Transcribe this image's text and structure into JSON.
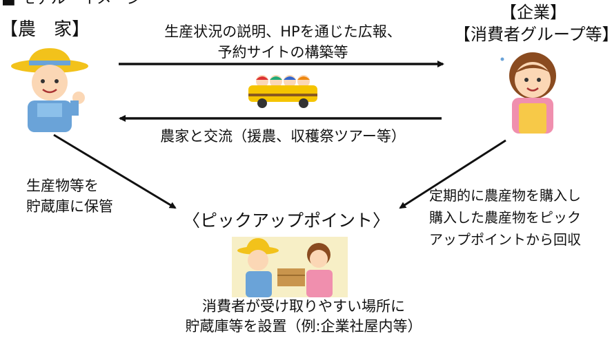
{
  "page_title_partial": "■ モデル・イメージ",
  "farmer": {
    "label": "【農　家】"
  },
  "company": {
    "label_line1": "【企業】",
    "label_line2": "【消費者グループ等】"
  },
  "arrow_to_company": {
    "line1": "生産状況の説明、HPを通じた広報、",
    "line2": "予約サイトの構築等"
  },
  "arrow_to_farmer": {
    "text": "農家と交流（援農、収穫祭ツアー等）"
  },
  "farmer_to_pickup": {
    "line1": "生産物等を",
    "line2": "貯蔵庫に保管"
  },
  "company_to_pickup": {
    "line1": "定期的に農産物を購入し",
    "line2": "購入した農産物をピック",
    "line3": "アップポイントから回収"
  },
  "pickup": {
    "title": "〈ピックアップポイント〉",
    "desc_line1": "消費者が受け取りやすい場所に",
    "desc_line2": "貯蔵庫等を設置（例:企業社屋内等）"
  },
  "colors": {
    "arrow": "#111111",
    "hat": "#f2c21b",
    "overalls": "#6aa3d8",
    "bus": "#f5c400",
    "apron": "#f7c948",
    "skin": "#fbd7b5"
  }
}
